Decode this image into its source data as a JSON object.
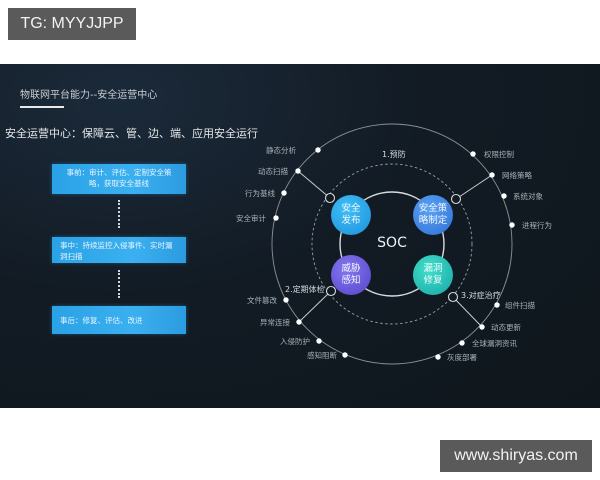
{
  "watermarks": {
    "top": "TG: MYYJJPP",
    "bottom": "www.shiryas.com"
  },
  "panel": {
    "title": "物联网平台能力--安全运营中心",
    "subtitle": "安全运营中心：保障云、管、边、端、应用安全运行",
    "phases": [
      {
        "label": "事前：审计、评估、定制安全策略，获取安全基线"
      },
      {
        "label": "事中：持续监控入侵事件、实时漏洞扫描"
      },
      {
        "label": "事后：修复、评估、改进"
      }
    ]
  },
  "soc": {
    "center": "SOC",
    "core": [
      {
        "label": "安全发布",
        "line1": "安全",
        "line2": "发布",
        "color": "#2aa8e8"
      },
      {
        "label": "安全策略制定",
        "line1": "安全策",
        "line2": "略制定",
        "color": "#3f86e6"
      },
      {
        "label": "威胁感知",
        "line1": "威胁",
        "line2": "感知",
        "color": "#6b5fe0"
      },
      {
        "label": "漏洞修复",
        "line1": "漏洞",
        "line2": "修复",
        "color": "#27c6b8"
      }
    ],
    "stages": [
      {
        "label": "1.预防"
      },
      {
        "label": "2.定期体检"
      },
      {
        "label": "3.对症治疗"
      }
    ],
    "outer_nodes": {
      "top_left": [
        "静态分析",
        "动态扫描",
        "行为基线",
        "安全审计"
      ],
      "top_right": [
        "权限控制",
        "网络策略",
        "系统对象",
        "进程行为"
      ],
      "bottom_left": [
        "文件篡改",
        "异常连接",
        "入侵防护",
        "感知阻断"
      ],
      "bottom_right": [
        "组件扫描",
        "动态更新",
        "全球漏洞资讯",
        "灰度部署"
      ]
    }
  }
}
